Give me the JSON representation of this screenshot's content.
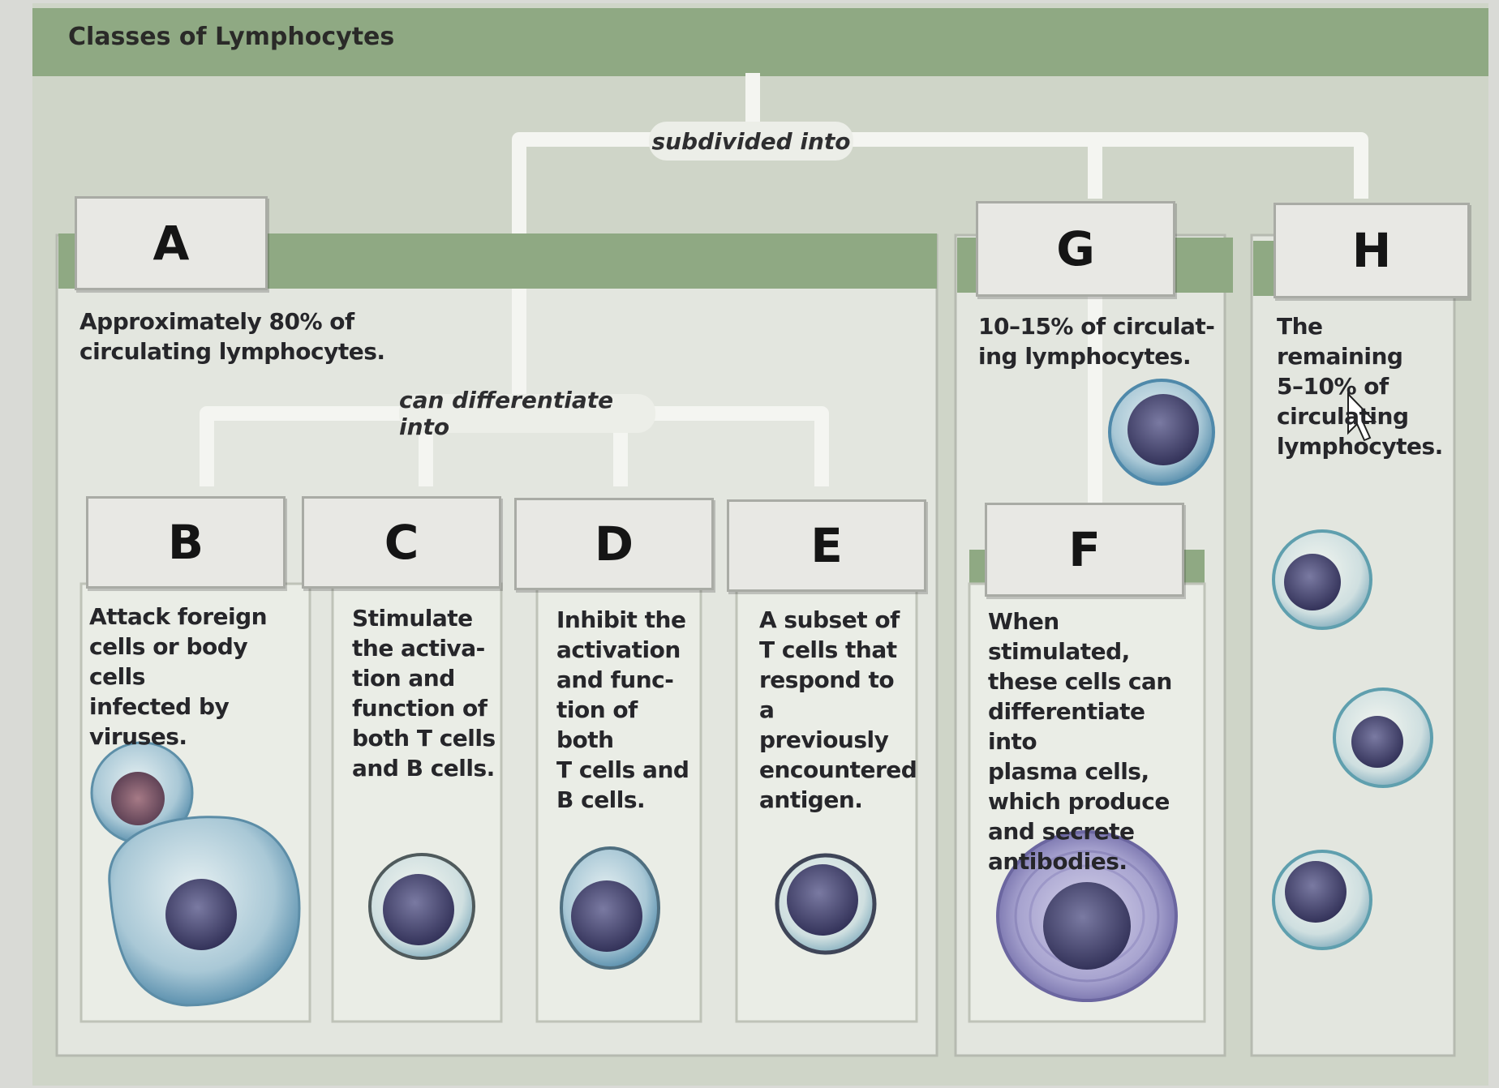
{
  "title": "Classes of Lymphocytes",
  "connectors": {
    "subdivided": "subdivided into",
    "differentiate": "can differentiate into"
  },
  "cells": {
    "A": {
      "letter": "A",
      "text": "Approximately 80% of\ncirculating lymphocytes."
    },
    "B": {
      "letter": "B",
      "text": "Attack foreign\ncells or body cells\ninfected by\nviruses."
    },
    "C": {
      "letter": "C",
      "text": "Stimulate\nthe activa-\ntion and\nfunction of\nboth T cells\nand B cells."
    },
    "D": {
      "letter": "D",
      "text": "Inhibit the\nactivation\nand func-\ntion of both\nT cells and\nB cells."
    },
    "E": {
      "letter": "E",
      "text": "A subset of\nT cells that\nrespond to a\npreviously\nencountered\nantigen."
    },
    "F": {
      "letter": "F",
      "text": "When stimulated,\nthese cells can\ndifferentiate into\nplasma cells,\nwhich produce\nand secrete\nantibodies."
    },
    "G": {
      "letter": "G",
      "text": "10–15% of circulat-\ning lymphocytes."
    },
    "H": {
      "letter": "H",
      "text": "The remaining\n5–10% of\ncirculating\nlymphocytes."
    }
  },
  "colors": {
    "background": "#d9dad6",
    "frame": "#cfd5c8",
    "banner": "#8fa983",
    "panel": "#e3e6df",
    "connector": "#f4f5f1",
    "nucleus": "#4b4a72",
    "cytoplasm_blue": "#8bb4c9",
    "plasma_purple": "#9c98c4"
  }
}
